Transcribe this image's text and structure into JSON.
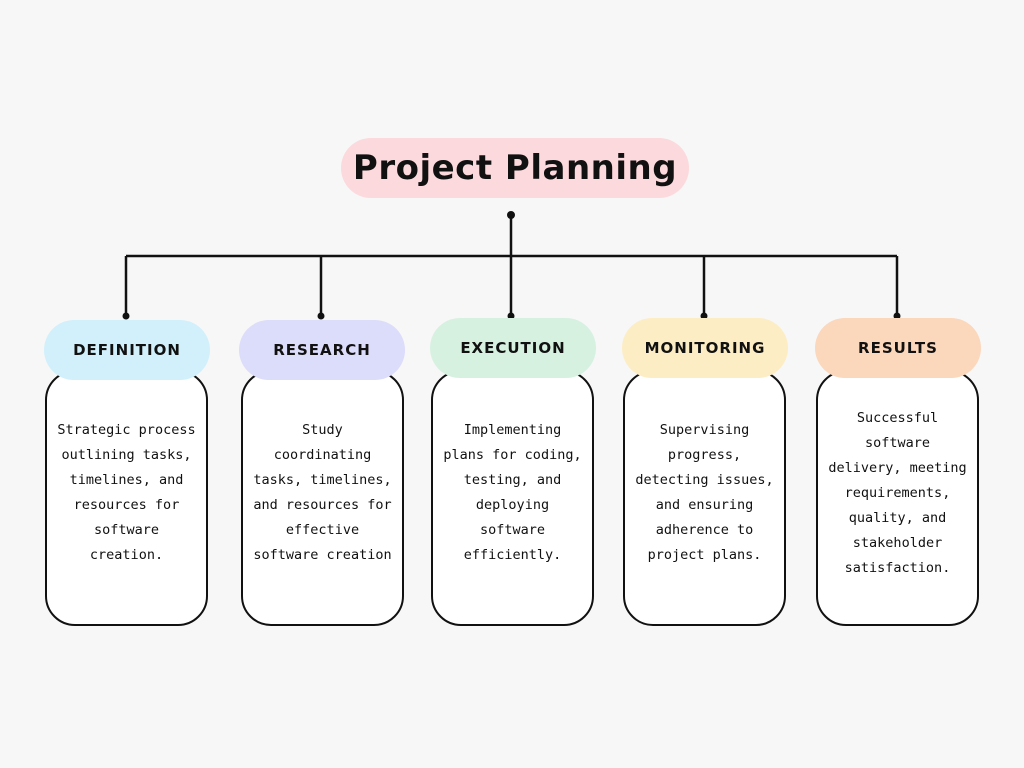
{
  "diagram": {
    "title": "Project Planning",
    "colors": {
      "title_bg": "#fcd9dc",
      "line": "#111111",
      "card_bg": "#ffffff"
    },
    "stages": [
      {
        "label": "DEFINITION",
        "color": "#d2f0fb",
        "description": "Strategic process outlining tasks, timelines, and resources for software creation."
      },
      {
        "label": "RESEARCH",
        "color": "#dcdcfb",
        "description": "Study coordinating tasks, timelines, and resources for effective software creation"
      },
      {
        "label": "EXECUTION",
        "color": "#d7f1e1",
        "description": "Implementing plans for coding, testing, and deploying software efficiently."
      },
      {
        "label": "MONITORING",
        "color": "#fdedc4",
        "description": "Supervising progress, detecting issues, and ensuring adherence to project plans."
      },
      {
        "label": "RESULTS",
        "color": "#fbd7bc",
        "description": "Successful software delivery, meeting requirements, quality, and stakeholder satisfaction."
      }
    ]
  }
}
